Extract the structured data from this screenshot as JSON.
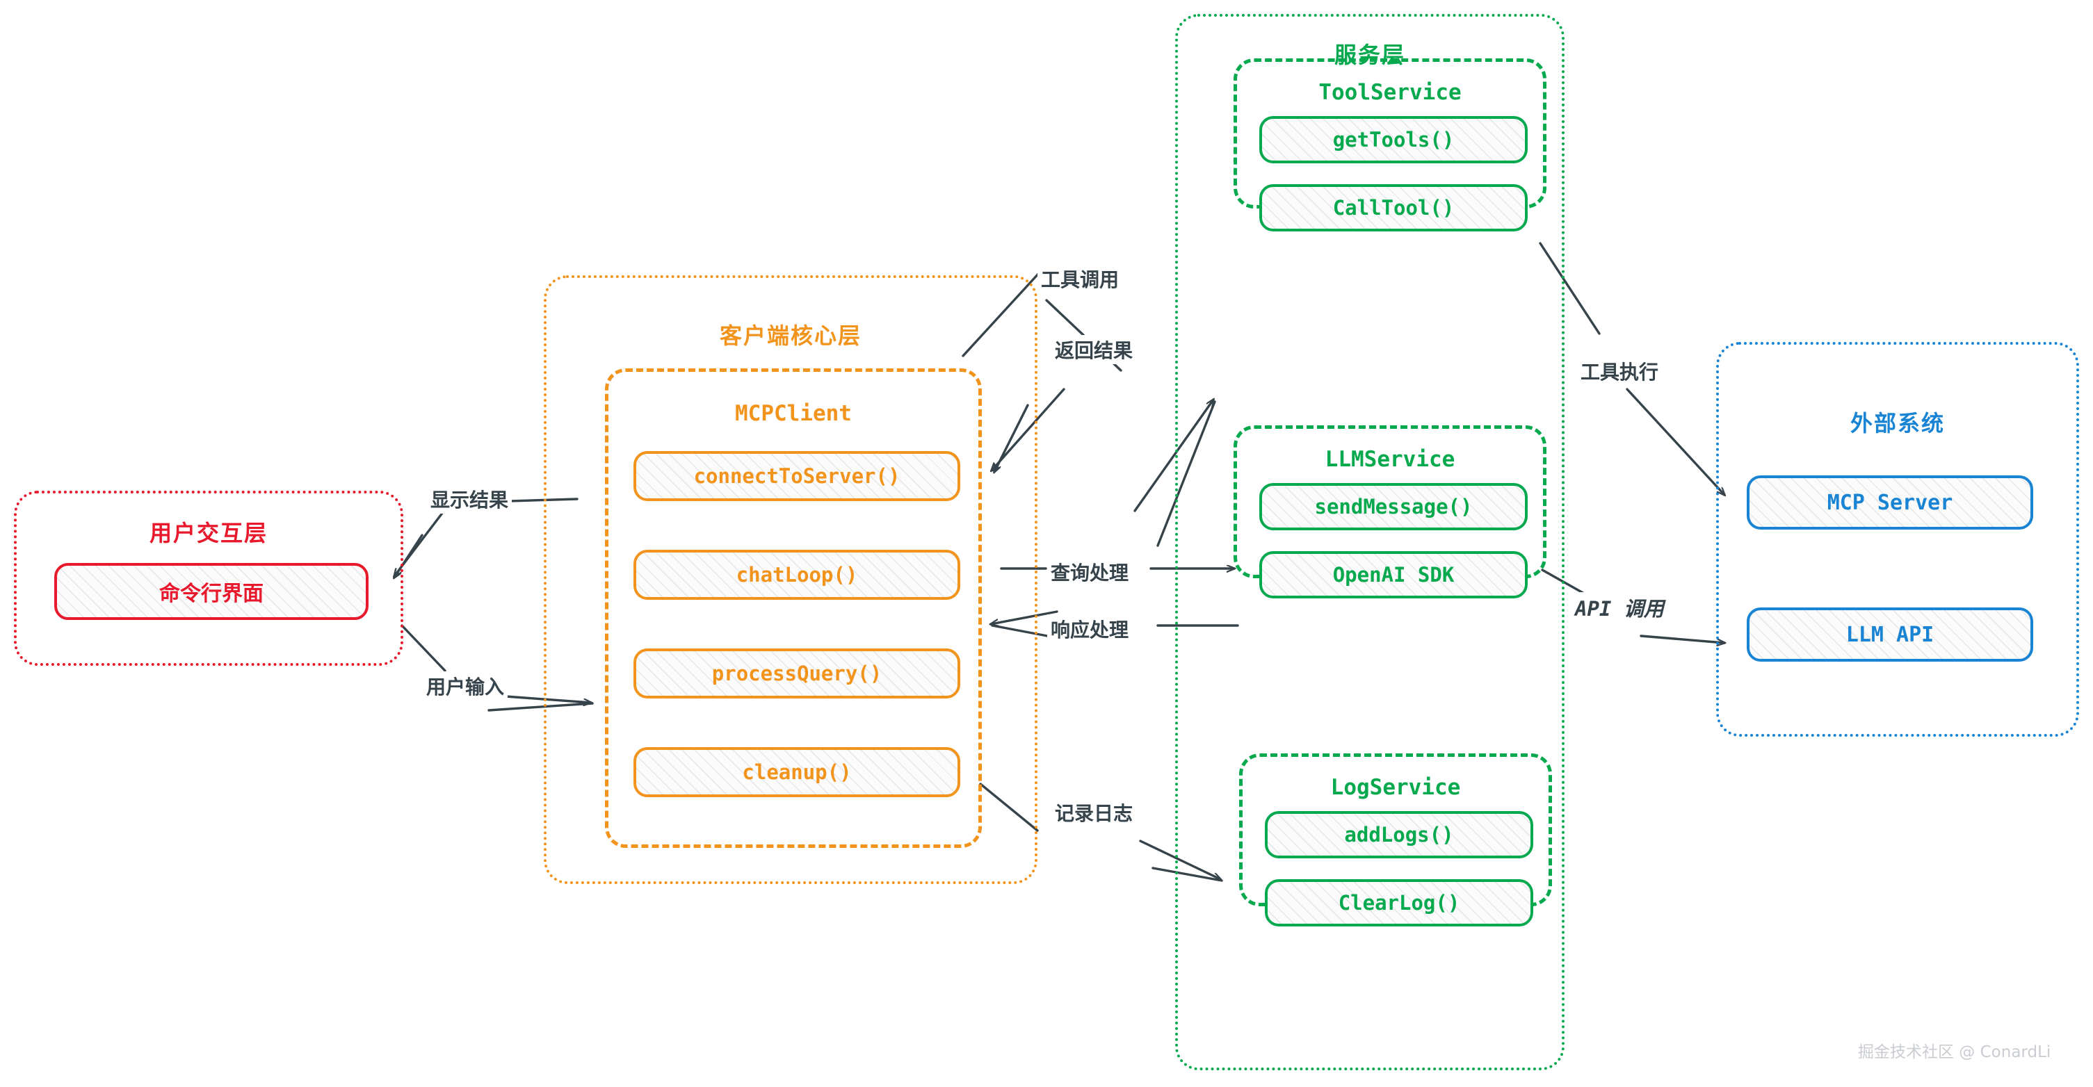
{
  "diagram": {
    "title": "MCP Client Architecture",
    "colors": {
      "user_layer": "#e8192c",
      "client_layer": "#f2931c",
      "service_layer": "#06a94d",
      "external_layer": "#1884d3",
      "edge": "#36434b",
      "watermark": "#c9ccd1"
    }
  },
  "layers": {
    "user": {
      "title": "用户交互层",
      "nodes": [
        {
          "label": "命令行界面"
        }
      ]
    },
    "client": {
      "title": "客户端核心层",
      "groups": [
        {
          "title": "MCPClient",
          "nodes": [
            {
              "label": "connectToServer()"
            },
            {
              "label": "chatLoop()"
            },
            {
              "label": "processQuery()"
            },
            {
              "label": "cleanup()"
            }
          ]
        }
      ]
    },
    "service": {
      "title": "服务层",
      "groups": [
        {
          "title": "ToolService",
          "nodes": [
            {
              "label": "getTools()"
            },
            {
              "label": "CallTool()"
            }
          ]
        },
        {
          "title": "LLMService",
          "nodes": [
            {
              "label": "sendMessage()"
            },
            {
              "label": "OpenAI SDK"
            }
          ]
        },
        {
          "title": "LogService",
          "nodes": [
            {
              "label": "addLogs()"
            },
            {
              "label": "ClearLog()"
            }
          ]
        }
      ]
    },
    "external": {
      "title": "外部系统",
      "nodes": [
        {
          "label": "MCP Server"
        },
        {
          "label": "LLM API"
        }
      ]
    }
  },
  "edges": [
    {
      "label": "显示结果",
      "from": "MCPClient",
      "to": "命令行界面"
    },
    {
      "label": "用户输入",
      "from": "命令行界面",
      "to": "MCPClient"
    },
    {
      "label": "工具调用",
      "from": "MCPClient",
      "to": "ToolService"
    },
    {
      "label": "返回结果",
      "from": "ToolService",
      "to": "MCPClient"
    },
    {
      "label": "查询处理",
      "from": "MCPClient",
      "to": "LLMService"
    },
    {
      "label": "响应处理",
      "from": "LLMService",
      "to": "MCPClient"
    },
    {
      "label": "记录日志",
      "from": "MCPClient",
      "to": "LogService"
    },
    {
      "label": "工具执行",
      "from": "ToolService",
      "to": "MCP Server"
    },
    {
      "label": "API 调用",
      "from": "LLMService",
      "to": "LLM API"
    }
  ],
  "watermark": {
    "text": "掘金技术社区 @ ConardLi"
  }
}
